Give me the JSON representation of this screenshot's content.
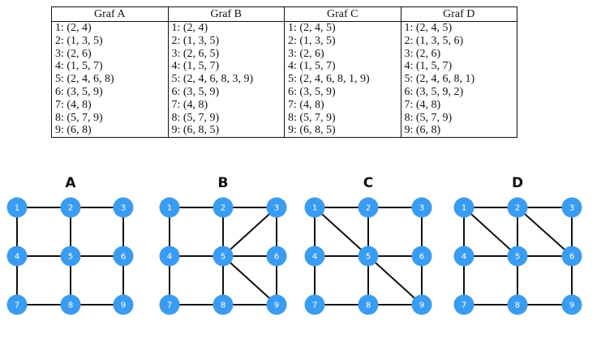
{
  "table": {
    "headers": [
      "Graf A",
      "Graf B",
      "Graf C",
      "Graf D"
    ],
    "columns": [
      [
        "1: (2, 4)",
        "2: (1, 3, 5)",
        "3: (2, 6)",
        "4: (1, 5, 7)",
        "5: (2, 4, 6, 8)",
        "6: (3, 5, 9)",
        "7: (4, 8)",
        "8: (5, 7, 9)",
        "9: (6, 8)"
      ],
      [
        "1: (2, 4)",
        "2: (1, 3, 5)",
        "3: (2, 6, 5)",
        "4: (1, 5, 7)",
        "5: (2, 4, 6, 8, 3, 9)",
        "6: (3, 5, 9)",
        "7: (4, 8)",
        "8: (5, 7, 9)",
        "9: (6, 8, 5)"
      ],
      [
        "1: (2, 4, 5)",
        "2: (1, 3, 5)",
        "3: (2, 6)",
        "4: (1, 5, 7)",
        "5: (2, 4, 6, 8, 1, 9)",
        "6: (3, 5, 9)",
        "7: (4, 8)",
        "8: (5, 7, 9)",
        "9: (6, 8, 5)"
      ],
      [
        "1: (2, 4, 5)",
        "2: (1, 3, 5, 6)",
        "3: (2, 6)",
        "4: (1, 5, 7)",
        "5: (2, 4, 6, 8, 1)",
        "6: (3, 5, 9, 2)",
        "7: (4, 8)",
        "8: (5, 7, 9)",
        "9: (6, 8)"
      ]
    ]
  },
  "colors": {
    "node": "#3a9cf0",
    "edge": "#111111",
    "label": "#ffffff"
  },
  "graphs": [
    {
      "title": "A",
      "nodes": [
        "1",
        "2",
        "3",
        "4",
        "5",
        "6",
        "7",
        "8",
        "9"
      ],
      "edges": [
        [
          1,
          2
        ],
        [
          2,
          3
        ],
        [
          1,
          4
        ],
        [
          2,
          5
        ],
        [
          3,
          6
        ],
        [
          4,
          5
        ],
        [
          5,
          6
        ],
        [
          4,
          7
        ],
        [
          5,
          8
        ],
        [
          6,
          9
        ],
        [
          7,
          8
        ],
        [
          8,
          9
        ]
      ]
    },
    {
      "title": "B",
      "nodes": [
        "1",
        "2",
        "3",
        "4",
        "5",
        "6",
        "7",
        "8",
        "9"
      ],
      "edges": [
        [
          1,
          2
        ],
        [
          2,
          3
        ],
        [
          1,
          4
        ],
        [
          2,
          5
        ],
        [
          3,
          6
        ],
        [
          4,
          5
        ],
        [
          5,
          6
        ],
        [
          4,
          7
        ],
        [
          5,
          8
        ],
        [
          6,
          9
        ],
        [
          7,
          8
        ],
        [
          8,
          9
        ],
        [
          3,
          5
        ],
        [
          5,
          9
        ]
      ]
    },
    {
      "title": "C",
      "nodes": [
        "1",
        "2",
        "3",
        "4",
        "5",
        "6",
        "7",
        "8",
        "9"
      ],
      "edges": [
        [
          1,
          2
        ],
        [
          2,
          3
        ],
        [
          1,
          4
        ],
        [
          2,
          5
        ],
        [
          3,
          6
        ],
        [
          4,
          5
        ],
        [
          5,
          6
        ],
        [
          4,
          7
        ],
        [
          5,
          8
        ],
        [
          6,
          9
        ],
        [
          7,
          8
        ],
        [
          8,
          9
        ],
        [
          1,
          5
        ],
        [
          5,
          9
        ]
      ]
    },
    {
      "title": "D",
      "nodes": [
        "1",
        "2",
        "3",
        "4",
        "5",
        "6",
        "7",
        "8",
        "9"
      ],
      "edges": [
        [
          1,
          2
        ],
        [
          2,
          3
        ],
        [
          1,
          4
        ],
        [
          2,
          5
        ],
        [
          3,
          6
        ],
        [
          4,
          5
        ],
        [
          5,
          6
        ],
        [
          4,
          7
        ],
        [
          5,
          8
        ],
        [
          6,
          9
        ],
        [
          7,
          8
        ],
        [
          8,
          9
        ],
        [
          1,
          5
        ],
        [
          2,
          6
        ]
      ]
    }
  ]
}
